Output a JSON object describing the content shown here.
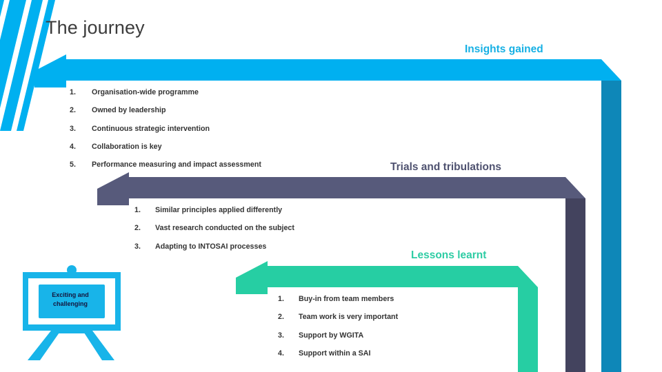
{
  "slide": {
    "title": "The journey"
  },
  "colors": {
    "blue": "#00B0F0",
    "blue_fold": "#0E87B8",
    "purple": "#575A7B",
    "purple_fold": "#43435E",
    "green": "#26CEA3",
    "green_fold": "#26CEA3",
    "heading_blue": "#16B0E4",
    "heading_purple": "#4F5270",
    "heading_green": "#2ECCA4",
    "text": "#333333",
    "title_text": "#3C3C3C"
  },
  "bands": [
    {
      "id": "insights",
      "heading": "Insights gained",
      "color": "#00B0F0",
      "items": [
        "Organisation-wide programme",
        "Owned by leadership",
        "Continuous strategic intervention",
        "Collaboration is key",
        "Performance measuring and impact assessment"
      ]
    },
    {
      "id": "trials",
      "heading": "Trials and tribulations",
      "color": "#575A7B",
      "items": [
        "Similar principles applied differently",
        "Vast research conducted on the subject",
        "Adapting to INTOSAI processes"
      ]
    },
    {
      "id": "lessons",
      "heading": "Lessons learnt",
      "color": "#26CEA3",
      "items": [
        "Buy-in from team members",
        "Team work is very important",
        "Support by WGITA",
        "Support within a SAI"
      ]
    }
  ],
  "numbers": {
    "n1": "1.",
    "n2": "2.",
    "n3": "3.",
    "n4": "4.",
    "n5": "5."
  },
  "easel": {
    "line1": "Exciting and",
    "line2": "challenging",
    "icon": "easel-flipchart-icon"
  }
}
